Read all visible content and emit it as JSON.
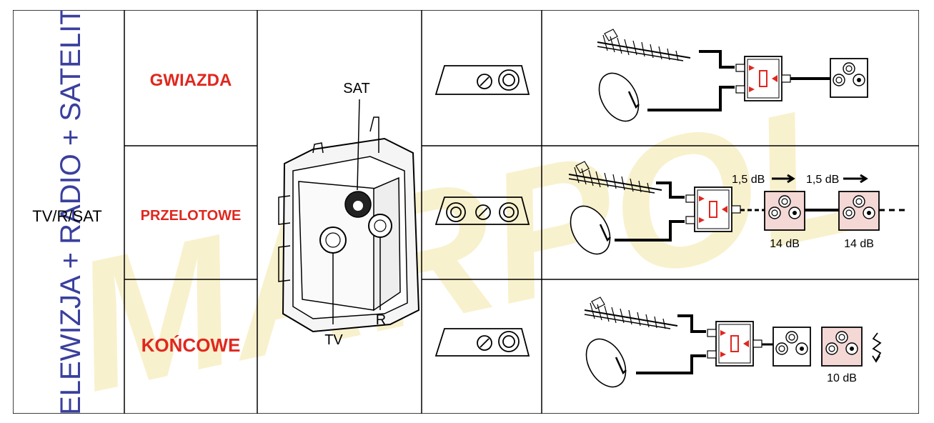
{
  "title_vertical": "TELEWIZJA + RADIO + SATELITA",
  "side_label": "TV/R/SAT",
  "watermark": "MARPOL",
  "rows": [
    {
      "label": "GWIAZDA"
    },
    {
      "label": "PRZELOTOWE"
    },
    {
      "label": "KOŃCOWE"
    }
  ],
  "socket_labels": {
    "sat": "SAT",
    "tv": "TV",
    "r": "R"
  },
  "przelotowe": {
    "loss1": "1,5 dB",
    "loss2": "1,5 dB",
    "tap1": "14 dB",
    "tap2": "14 dB"
  },
  "koncowe": {
    "tap": "10 dB"
  },
  "colors": {
    "label_red": "#e0271f",
    "title_blue": "#3a3f9e",
    "socket_pink": "#f4d8d5",
    "grid": "#000000",
    "watermark_yellow": "#f3e7a6"
  }
}
